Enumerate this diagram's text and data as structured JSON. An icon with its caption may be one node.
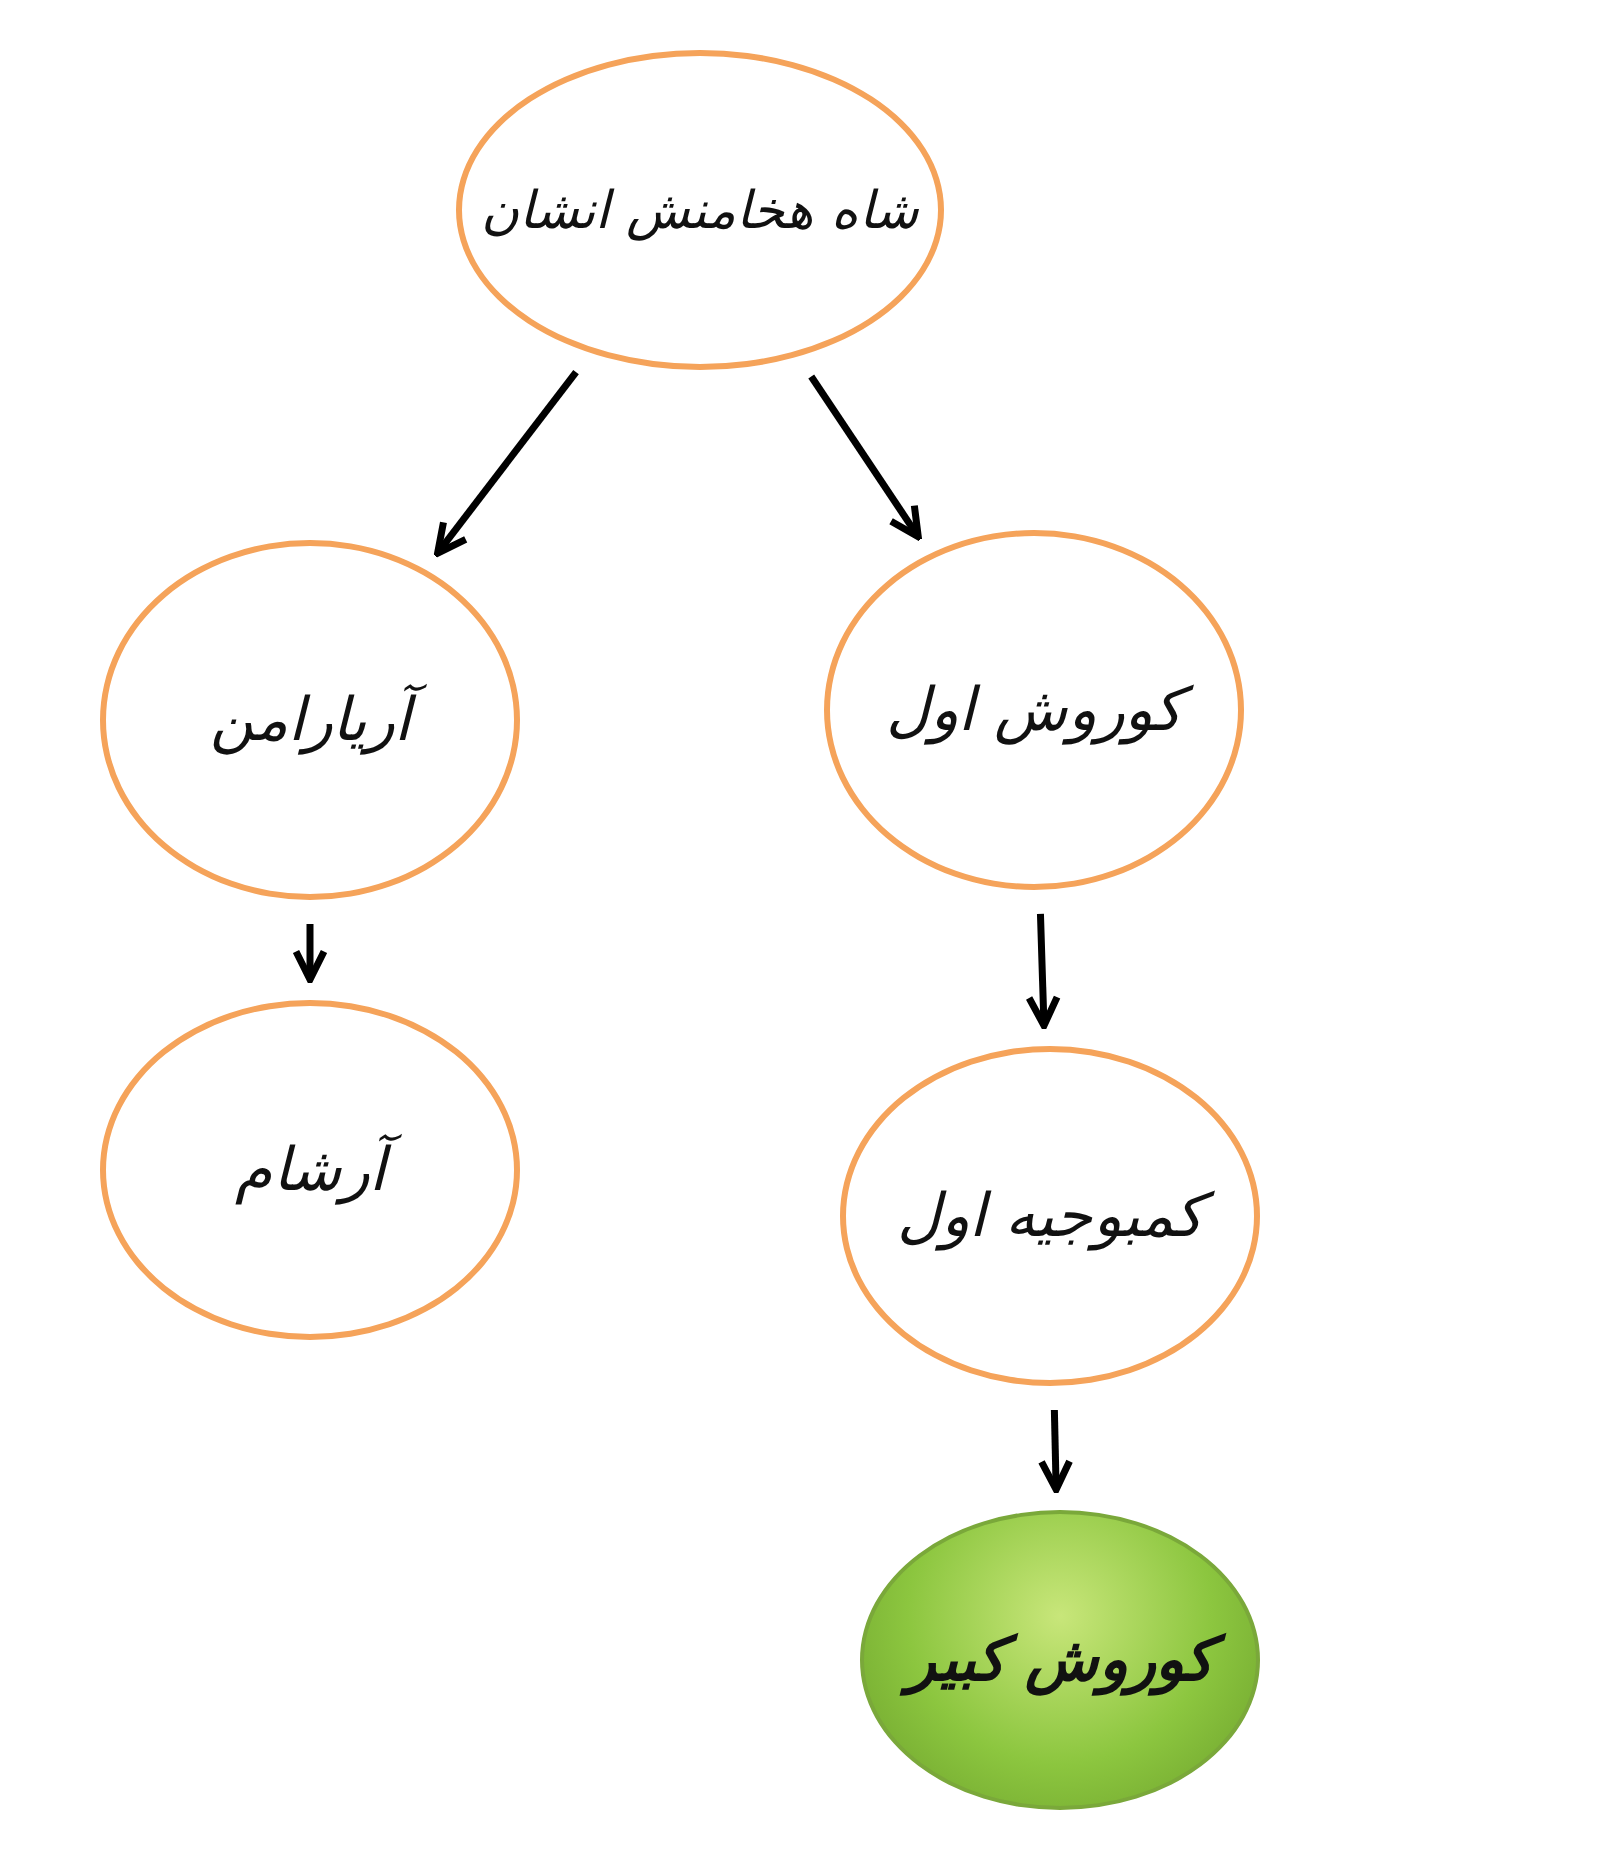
{
  "diagram": {
    "nodes": [
      {
        "text": [
          "شاه هخامنش انشان"
        ]
      },
      {
        "text": [
          "آریارامن"
        ]
      },
      {
        "text": [
          "کوروش اول"
        ]
      },
      {
        "text": [
          "آرشام"
        ]
      },
      {
        "text": [
          "کمبوجیه اول"
        ]
      },
      {
        "text": [
          "کوروش کبیر"
        ]
      }
    ],
    "edges": [
      {
        "from": 0,
        "to": 1,
        "arrow": "to"
      },
      {
        "from": 0,
        "to": 2,
        "arrow": "to"
      },
      {
        "from": 1,
        "to": 3,
        "arrow": "to"
      },
      {
        "from": 2,
        "to": 4,
        "arrow": "to"
      },
      {
        "from": 4,
        "to": 5,
        "arrow": "to"
      }
    ]
  }
}
